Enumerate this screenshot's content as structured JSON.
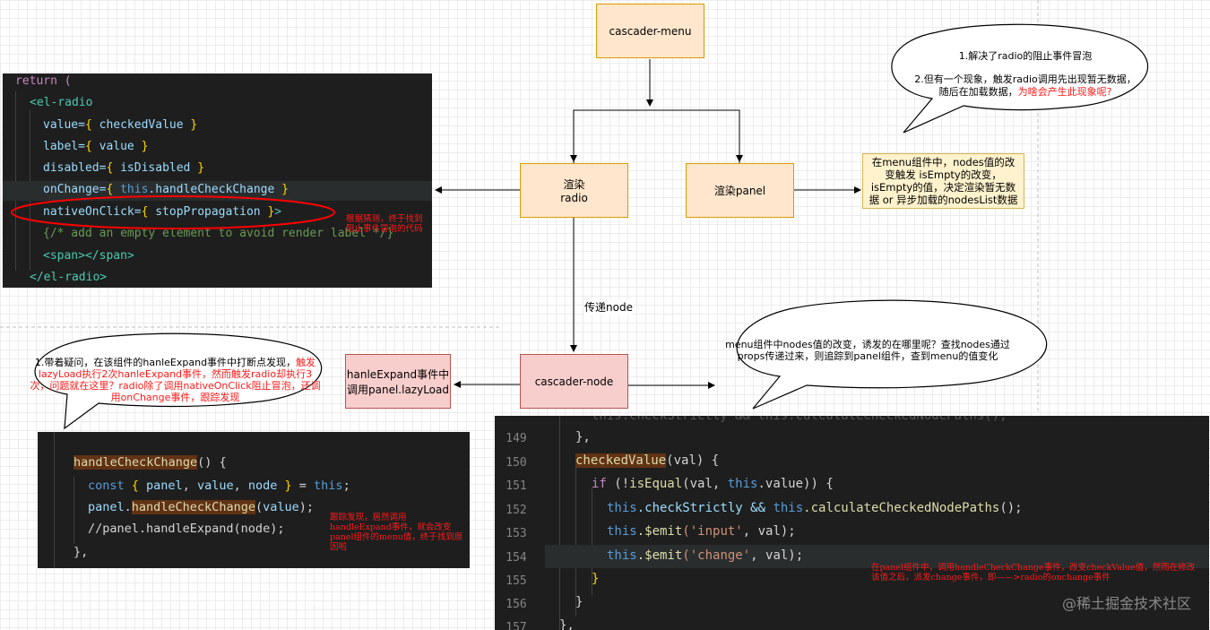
{
  "nodes": {
    "menu": "cascader-menu",
    "radio_line1": "渲染",
    "radio_line2": "radio",
    "panel": "渲染panel",
    "node": "cascader-node",
    "expand_line1": "hanleExpand事件中",
    "expand_line2": "调用panel.lazyLoad"
  },
  "edge_label": "传递node",
  "notes": {
    "menu_note": "在menu组件中，nodes值的改变触发 isEmpty的改变，isEmpty的值，决定渲染暂无数据 or 异步加载的nodesList数据",
    "bubble_top_1": "1.解决了radio的阻止事件冒泡",
    "bubble_top_2a": "2.但有一个现象，触发radio调用先出现暂无数据，",
    "bubble_top_2b": "随后在加载数据，",
    "bubble_top_2c": "为啥会产生此现象呢?",
    "bubble_mid": "menu组件中nodes值的改变，诱发的在哪里呢？查找nodes通过props传递过来，则追踪到panel组件，查到menu的值变化",
    "bubble_left_a": "1.带着疑问，在该组件的hanleExpand事件中打断点发现，",
    "bubble_left_b": "触发lazyLoad执行2次hanleExpand事件，然而触发radio却执行3次，问题就在这里？radio除了调用nativeOnClick阻止冒泡，还调用onChange事件，跟踪发现",
    "red_note_1": "根据猜测，终于找到阻止事件冒泡的代码",
    "red_note_2": "跟踪发现，居然调用handleExpand事件，就会改变panel组件的menu值，终于找到原因啦",
    "red_note_3": "在panel组件中，调用handleCheckChange事件，改变checkValue值，然而在修改该值之后，派发change事件，即——>radio的onchange事件"
  },
  "code1": {
    "l1": "return (",
    "l2": "<el-radio",
    "l3a": "value=",
    "l3b": "checkedValue",
    "l4a": "label=",
    "l4b": "value",
    "l5a": "disabled=",
    "l5b": "isDisabled",
    "l6a": "onChange=",
    "l6b": "this",
    "l6c": ".handleCheckChange",
    "l7a": "nativeOnClick=",
    "l7b": "stopPropagation",
    "l8": "{/* add an empty element to avoid render label */}",
    "l9": "<span></span>",
    "l10": "</el-radio>"
  },
  "code2": {
    "l1a": "handleCheckChange",
    "l1b": "() {",
    "l2a": "const",
    "l2b": "panel",
    "l2c": "value",
    "l2d": "node",
    "l2e": "this",
    "l3a": "panel.",
    "l3b": "handleCheckChange",
    "l3c": "value",
    "l4": "//panel.handleExpand(node);",
    "l5": "},"
  },
  "code3": {
    "lines": [
      "149",
      "150",
      "151",
      "152",
      "153",
      "154",
      "155",
      "156",
      "157"
    ],
    "c149": "},",
    "c150a": "checkedValue",
    "c150b": "(val) {",
    "c151a": "if",
    "c151b": "(!",
    "c151c": "isEqual",
    "c151d": "(val, ",
    "c151e": "this",
    "c151f": ".value)) {",
    "c152a": "this",
    "c152b": ".checkStrictly && ",
    "c152c": "this",
    "c152d": ".calculateCheckedNodePaths",
    "c152e": "();",
    "c153a": "this",
    "c153b": ".$emit",
    "c153c": "('input'",
    "c153d": ", val);",
    "c154a": "this",
    "c154b": ".$emit",
    "c154c": "('change'",
    "c154d": ", val);",
    "c155": "}",
    "c156": "}",
    "c157": "},"
  },
  "watermark": "@稀土掘金技术社区",
  "colors": {
    "yellow_fill": "#ffe6cc",
    "pink_fill": "#f8cecc",
    "note_fill": "#fff2cc",
    "red_text": "#ff1a1a",
    "code_bg": "#1e1e1e"
  }
}
